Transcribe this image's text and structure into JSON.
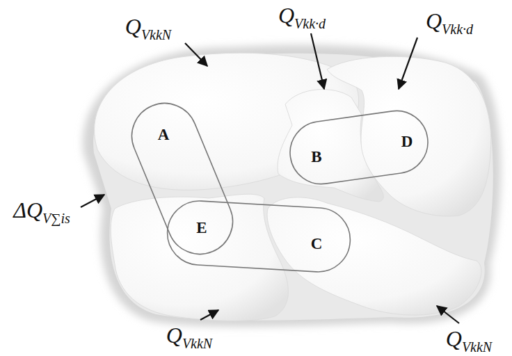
{
  "diagram": {
    "labels": [
      "QVkkN",
      "QVkk·d",
      "QVkk·d",
      "A",
      "B",
      "D",
      "ΔQV∑is",
      "E",
      "C",
      "QVkkN",
      "QVkkN"
    ]
  }
}
